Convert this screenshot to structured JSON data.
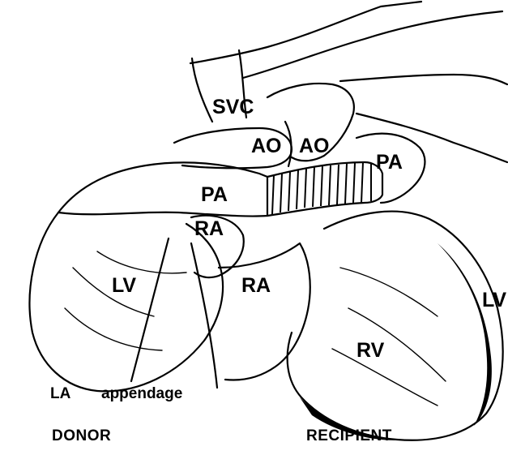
{
  "labels": {
    "svc": "SVC",
    "ao_donor": "AO",
    "ao_recipient": "AO",
    "pa_donor": "PA",
    "pa_recipient": "PA",
    "ra_donor": "RA",
    "ra_recipient": "RA",
    "lv_donor": "LV",
    "lv_recipient": "LV",
    "rv": "RV",
    "la": "LA",
    "appendage": "appendage"
  },
  "captions": {
    "donor": "DONOR",
    "recipient": "RECIPIENT"
  },
  "colors": {
    "ink": "#000000",
    "paper": "#ffffff"
  }
}
